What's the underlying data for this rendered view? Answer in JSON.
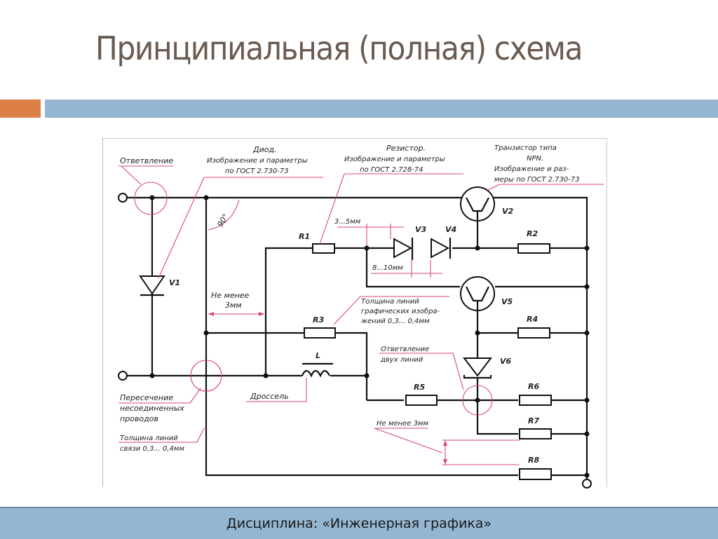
{
  "slide": {
    "title": "Принципиальная (полная) схема",
    "footer": "Дисциплина: «Инженерная графика»",
    "accent_colors": {
      "orange": "#dd8047",
      "blue": "#94b6d2",
      "title": "#6b5a50",
      "annotation": "#d9467a"
    }
  },
  "diagram": {
    "annotations": {
      "branch": "Ответвление",
      "diode_l1": "Диод.",
      "diode_l2": "Изображение и параметры",
      "diode_l3": "по ГОСТ 2.730-73",
      "resistor_l1": "Резистор.",
      "resistor_l2": "Изображение и параметры",
      "resistor_l3": "по ГОСТ 2.728-74",
      "transistor_l1": "Транзистор типа",
      "transistor_l2": "NPN.",
      "transistor_l3": "Изображение и раз-",
      "transistor_l4": "меры по ГОСТ 2.730-73",
      "angle": "90°",
      "dim_3_5": "3...5мм",
      "dim_8_10": "8...10мм",
      "min3_l1": "Не менее",
      "min3_l2": "3мм",
      "thickness_graphic_l1": "Толщина линий",
      "thickness_graphic_l2": "графических изобра-",
      "thickness_graphic_l3": "жений 0,3... 0,4мм",
      "branch_two_l1": "Ответвление",
      "branch_two_l2": "двух линий",
      "crossing_l1": "Пересечение",
      "crossing_l2": "несоединенных",
      "crossing_l3": "проводов",
      "thickness_link_l1": "Толщина линий",
      "thickness_link_l2": "связи 0,3... 0,4мм",
      "choke": "Дроссель",
      "min3_bottom": "Не менее 3мм"
    },
    "components": {
      "V1": "V1",
      "V2": "V2",
      "V3": "V3",
      "V4": "V4",
      "V5": "V5",
      "V6": "V6",
      "R1": "R1",
      "R2": "R2",
      "R3": "R3",
      "R4": "R4",
      "R5": "R5",
      "R6": "R6",
      "R7": "R7",
      "R8": "R8",
      "L": "L"
    }
  }
}
